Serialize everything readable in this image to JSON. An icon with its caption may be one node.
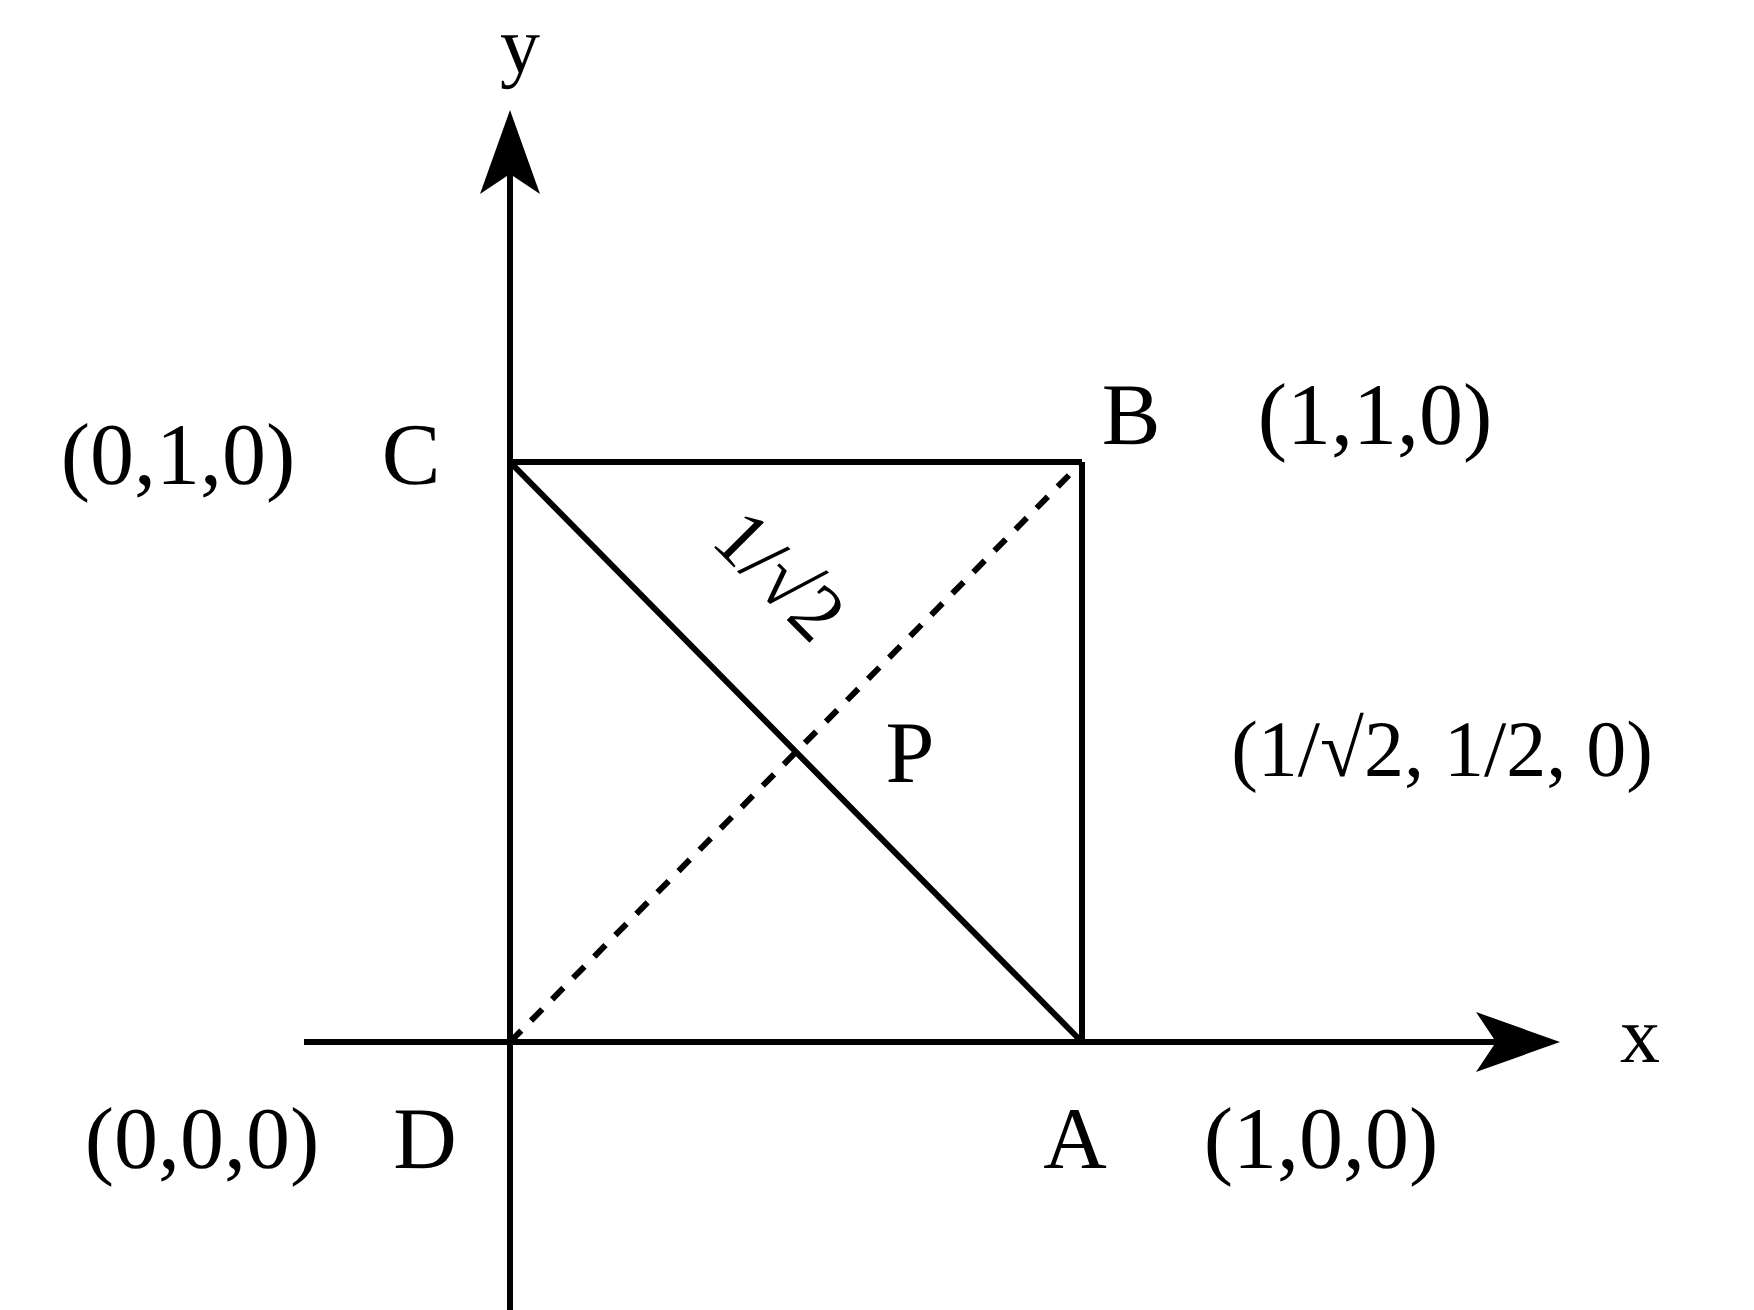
{
  "diagram": {
    "nodes": [
      {
        "text": [
          "C"
        ],
        "beside": [
          "(0,1,0)"
        ]
      },
      {
        "text": [
          "B"
        ],
        "beside": [
          "(1,1,0)"
        ]
      },
      {
        "text": [
          "P"
        ],
        "beside": [
          "(1/√2, 1/2, 0)"
        ]
      },
      {
        "text": [
          "D"
        ],
        "beside": [
          "(0,0,0)"
        ]
      },
      {
        "text": [
          "A"
        ],
        "beside": [
          "(1,0,0)"
        ]
      }
    ],
    "edges": [
      {
        "from": 0,
        "to": 1,
        "arrow": "none"
      },
      {
        "from": 1,
        "to": 4,
        "arrow": "none"
      },
      {
        "from": 0,
        "to": 4,
        "arrow": "none"
      },
      {
        "from": 3,
        "to": 1,
        "arrow": "none",
        "style": "dashed"
      }
    ],
    "labels": [
      "y",
      "x",
      "1/√2"
    ]
  }
}
